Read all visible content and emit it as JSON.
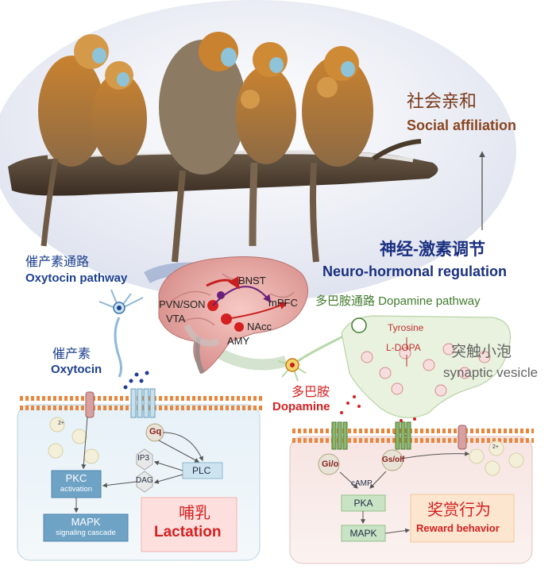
{
  "behavior": {
    "cn": "社会亲和",
    "en": "Social affiliation"
  },
  "oxytocin_pathway": {
    "cn": "催产素通路",
    "en": "Oxytocin  pathway"
  },
  "neuro_regulation": {
    "cn": "神经-激素调节",
    "en": "Neuro-hormonal regulation"
  },
  "dopamine_pathway": {
    "label": "多巴胺通路 Dopamine pathway"
  },
  "brain_regions": {
    "bnst": "BNST",
    "pvn_son": "PVN/SON",
    "mpfc": "mPFC",
    "vta": "VTA",
    "nacc": "NAcc",
    "amy": "AMY"
  },
  "synaptic_vesicle": {
    "cn": "突触小泡",
    "en": "synaptic vesicle",
    "tyrosine": "Tyrosine",
    "ldopa": "L-DOPA"
  },
  "oxytocin": {
    "cn": "催产素",
    "en": "Oxytocin"
  },
  "dopamine": {
    "cn": "多巴胺",
    "en": "Dopamine"
  },
  "left_cell": {
    "gq": "Gq",
    "ip3": "IP3",
    "dag": "DAG",
    "plc": "PLC",
    "pkc": "PKC",
    "pkc_sub": "activation",
    "mapk": "MAPK",
    "mapk_sub": "signaling cascade",
    "outcome_cn": "哺乳",
    "outcome_en": "Lactation",
    "ion": "2+"
  },
  "right_cell": {
    "gio": "Gi/o",
    "gs": "Gs/olf",
    "camp": "cAMP",
    "pka": "PKA",
    "mapk": "MAPK",
    "outcome_cn": "奖赏行为",
    "outcome_en": "Reward behavior",
    "ion": "2+"
  },
  "colors": {
    "oxytocin_blue": "#1c3f8f",
    "dopamine_red": "#d42020",
    "dopamine_green": "#3f7a2a",
    "behavior_brown": "#8a4520"
  }
}
